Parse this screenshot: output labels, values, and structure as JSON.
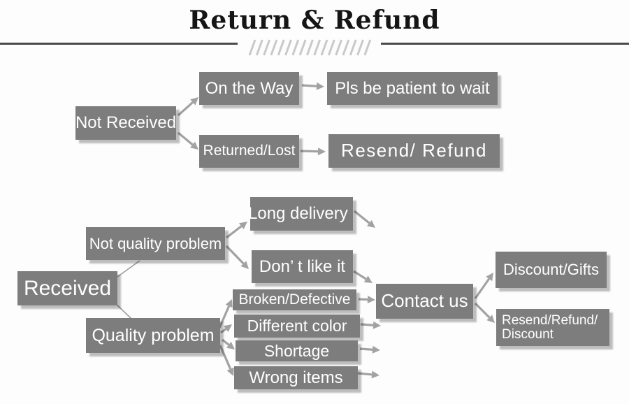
{
  "title": "Return & Refund",
  "colors": {
    "bg": "#fdfdfd",
    "box_fill": "#7d7d7d",
    "box_text": "#ffffff",
    "arrow": "#a2a2a2",
    "connector": "#9e9e9e",
    "title_text": "#151515",
    "rule": "#4a4a4a",
    "slash": "#c9c9c9"
  },
  "nodes": {
    "not_received": {
      "label": "Not Received"
    },
    "on_the_way": {
      "label": "On the Way"
    },
    "pls_be_patient": {
      "label": "Pls be patient to wait"
    },
    "returned_lost": {
      "label": "Returned/Lost"
    },
    "resend_refund": {
      "label": "Resend/ Refund"
    },
    "not_quality_problem": {
      "label": "Not quality problem"
    },
    "received": {
      "label": "Received"
    },
    "long_delivery": {
      "label": "Long delivery"
    },
    "dont_like_it": {
      "label": "Don’ t like it"
    },
    "quality_problem": {
      "label": "Quality problem"
    },
    "broken_defective": {
      "label": "Broken/Defective"
    },
    "different_color": {
      "label": "Different color"
    },
    "shortage": {
      "label": "Shortage"
    },
    "wrong_items": {
      "label": "Wrong items"
    },
    "contact_us": {
      "label": "Contact us"
    },
    "discount_gifts": {
      "label": "Discount/Gifts"
    },
    "resend_refund_discount": {
      "lines": [
        "Resend/Refund/",
        "Discount"
      ]
    }
  },
  "edges": [
    {
      "from": "not_received",
      "to": "on_the_way",
      "kind": "arrow",
      "pts": [
        255,
        165,
        284,
        139
      ]
    },
    {
      "from": "not_received",
      "to": "returned_lost",
      "kind": "arrow",
      "pts": [
        255,
        190,
        284,
        214
      ]
    },
    {
      "from": "on_the_way",
      "to": "pls_be_patient",
      "kind": "arrow",
      "pts": [
        432,
        122,
        464,
        124
      ]
    },
    {
      "from": "returned_lost",
      "to": "resend_refund",
      "kind": "arrow",
      "pts": [
        430,
        216,
        466,
        217
      ]
    },
    {
      "from": "received",
      "to": "not_quality_problem",
      "kind": "line",
      "pts": [
        200,
        373,
        168,
        396
      ]
    },
    {
      "from": "received",
      "to": "quality_problem",
      "kind": "line",
      "pts": [
        163,
        432,
        188,
        456
      ]
    },
    {
      "from": "not_quality_problem",
      "to": "long_delivery",
      "kind": "arrow",
      "pts": [
        324,
        340,
        354,
        317
      ]
    },
    {
      "from": "not_quality_problem",
      "to": "dont_like_it",
      "kind": "arrow",
      "pts": [
        324,
        352,
        356,
        385
      ]
    },
    {
      "from": "long_delivery",
      "to": null,
      "kind": "arrow",
      "pts": [
        507,
        302,
        537,
        326
      ]
    },
    {
      "from": "dont_like_it",
      "to": "contact_us",
      "kind": "arrow",
      "pts": [
        506,
        388,
        533,
        405
      ]
    },
    {
      "from": "quality_problem",
      "to": "broken_defective",
      "kind": "arrow",
      "pts": [
        314,
        469,
        332,
        428
      ]
    },
    {
      "from": "quality_problem",
      "to": "different_color",
      "kind": "arrow",
      "pts": [
        316,
        476,
        332,
        464
      ]
    },
    {
      "from": "quality_problem",
      "to": "shortage",
      "kind": "arrow",
      "pts": [
        318,
        486,
        336,
        500
      ]
    },
    {
      "from": "quality_problem",
      "to": "wrong_items",
      "kind": "arrow",
      "pts": [
        315,
        494,
        334,
        538
      ]
    },
    {
      "from": "broken_defective",
      "to": "contact_us",
      "kind": "arrow",
      "pts": [
        513,
        428,
        537,
        429
      ]
    },
    {
      "from": "different_color",
      "to": null,
      "kind": "arrow",
      "pts": [
        516,
        464,
        545,
        466
      ]
    },
    {
      "from": "shortage",
      "to": null,
      "kind": "arrow",
      "pts": [
        515,
        499,
        544,
        501
      ]
    },
    {
      "from": "wrong_items",
      "to": null,
      "kind": "arrow",
      "pts": [
        512,
        534,
        543,
        537
      ]
    },
    {
      "from": "contact_us",
      "to": "discount_gifts",
      "kind": "arrow",
      "pts": [
        680,
        427,
        706,
        390
      ]
    },
    {
      "from": "contact_us",
      "to": "resend_refund_discount",
      "kind": "arrow",
      "pts": [
        680,
        434,
        708,
        462
      ]
    }
  ]
}
